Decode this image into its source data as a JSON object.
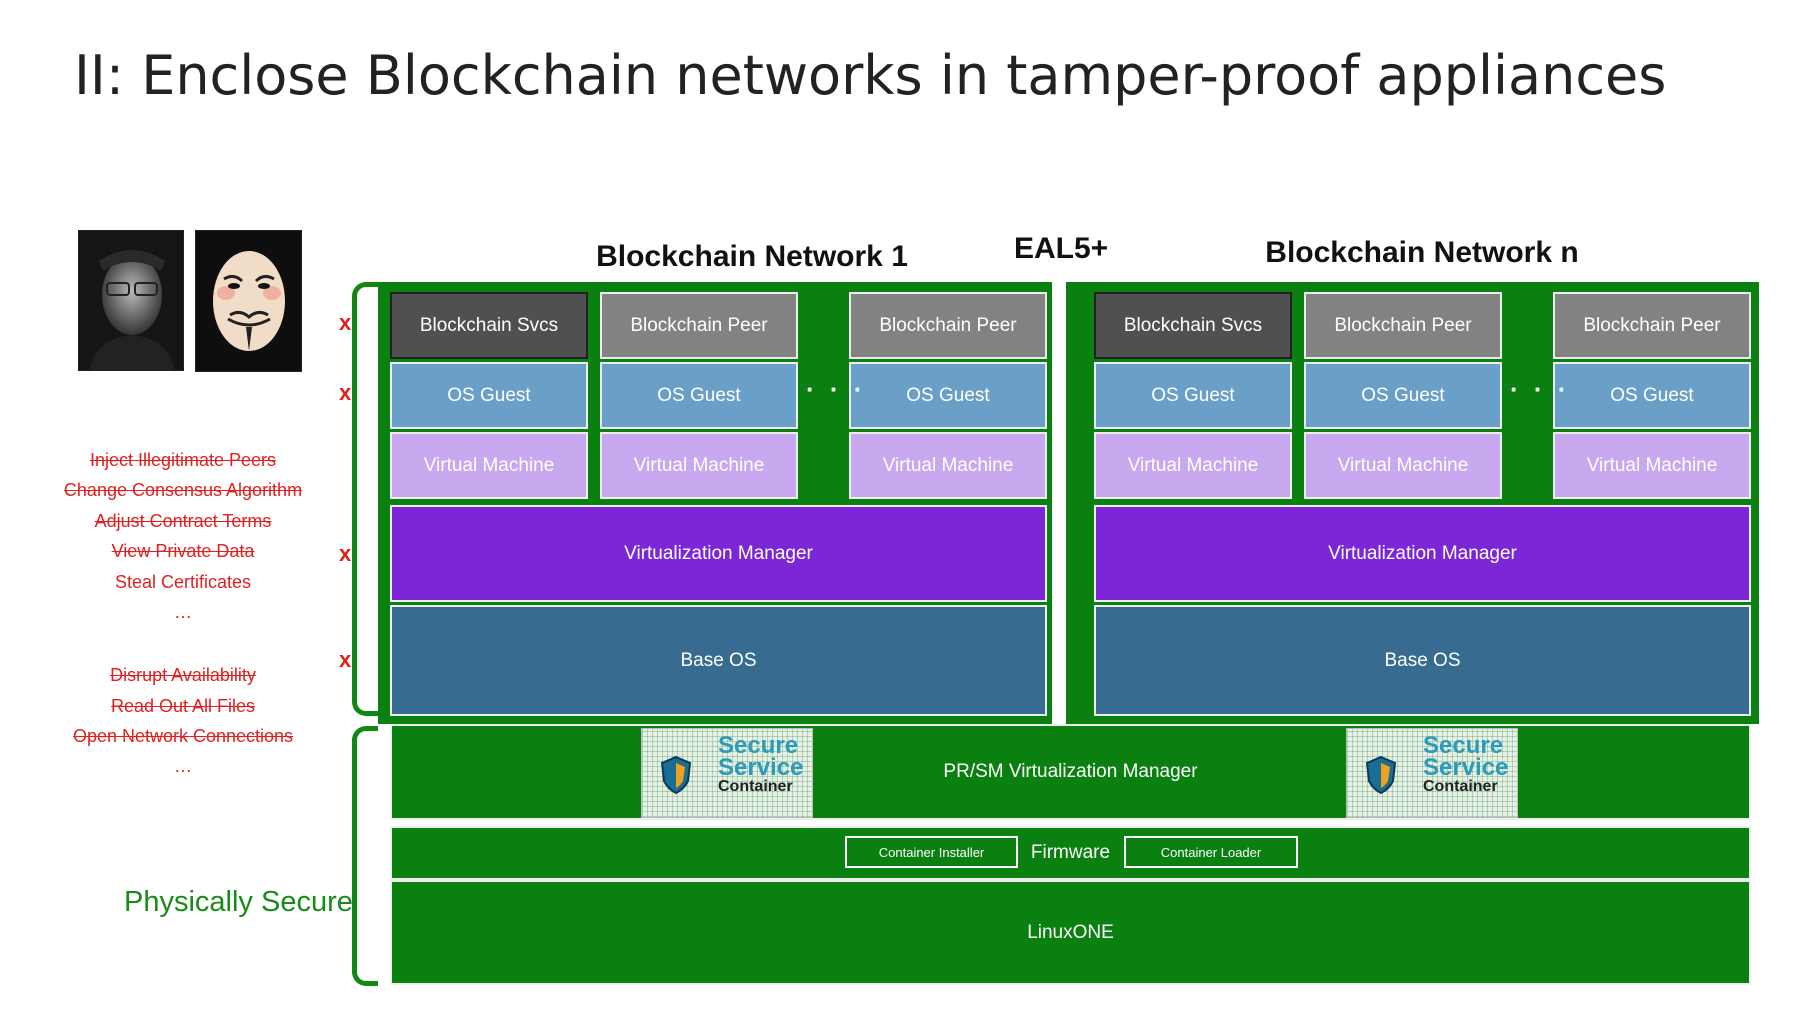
{
  "slide_title": "II: Enclose Blockchain networks in tamper-proof appliances",
  "threats_group1": [
    "Inject Illegitimate Peers",
    "Change Consensus Algorithm",
    "Adjust Contract Terms",
    "View Private Data",
    "Steal Certificates",
    "…"
  ],
  "threats_group2": [
    "Disrupt Availability",
    "Read Out All Files",
    "Open Network Connections",
    "…"
  ],
  "x_mark": "x",
  "physically_secure": "Physically Secure",
  "eal": "EAL5+",
  "network1": {
    "title": "Blockchain Network 1",
    "cols": [
      {
        "top": "Blockchain Svcs",
        "os": "OS Guest",
        "vm": "Virtual Machine"
      },
      {
        "top": "Blockchain Peer",
        "os": "OS Guest",
        "vm": "Virtual Machine"
      },
      {
        "top": "Blockchain Peer",
        "os": "OS Guest",
        "vm": "Virtual Machine"
      }
    ],
    "vmgr": "Virtualization Manager",
    "base": "Base OS"
  },
  "networkn": {
    "title": "Blockchain Network n",
    "cols": [
      {
        "top": "Blockchain Svcs",
        "os": "OS Guest",
        "vm": "Virtual Machine"
      },
      {
        "top": "Blockchain Peer",
        "os": "OS Guest",
        "vm": "Virtual Machine"
      },
      {
        "top": "Blockchain Peer",
        "os": "OS Guest",
        "vm": "Virtual Machine"
      }
    ],
    "vmgr": "Virtualization Manager",
    "base": "Base OS"
  },
  "dots": "· · ·",
  "prsm": "PR/SM Virtualization Manager",
  "ssc": {
    "l1": "Secure",
    "l2": "Service",
    "l3": "Container"
  },
  "firmware": {
    "label": "Firmware",
    "installer": "Container Installer",
    "loader": "Container Loader"
  },
  "linuxone": "LinuxONE",
  "colors": {
    "green": "#0a8010",
    "svcs": "#505050",
    "peer": "#828282",
    "os": "#6aa0c8",
    "vm": "#c8a8ee",
    "vmgr": "#7c26d8",
    "base": "#376b90"
  }
}
